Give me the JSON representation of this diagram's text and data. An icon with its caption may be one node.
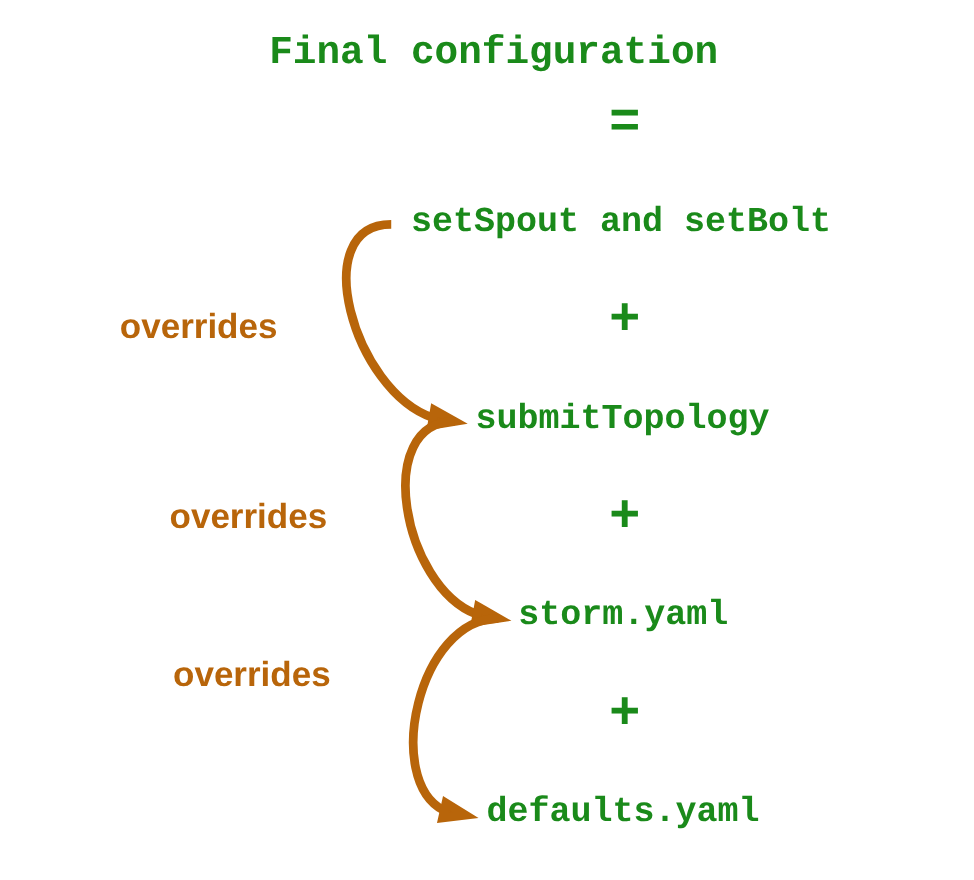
{
  "diagram": {
    "title": "Final configuration",
    "nodes": [
      {
        "text": [
          "setSpout and setBolt"
        ]
      },
      {
        "text": [
          "submitTopology"
        ]
      },
      {
        "text": [
          "storm.yaml"
        ]
      },
      {
        "text": [
          "defaults.yaml"
        ]
      }
    ],
    "edges": [
      {
        "from": 0,
        "to": 1,
        "arrow": "to",
        "label": "overrides"
      },
      {
        "from": 1,
        "to": 2,
        "arrow": "to",
        "label": "overrides"
      },
      {
        "from": 2,
        "to": 3,
        "arrow": "to",
        "label": "overrides"
      }
    ],
    "labels": [
      "=",
      "+",
      "+",
      "+"
    ]
  }
}
